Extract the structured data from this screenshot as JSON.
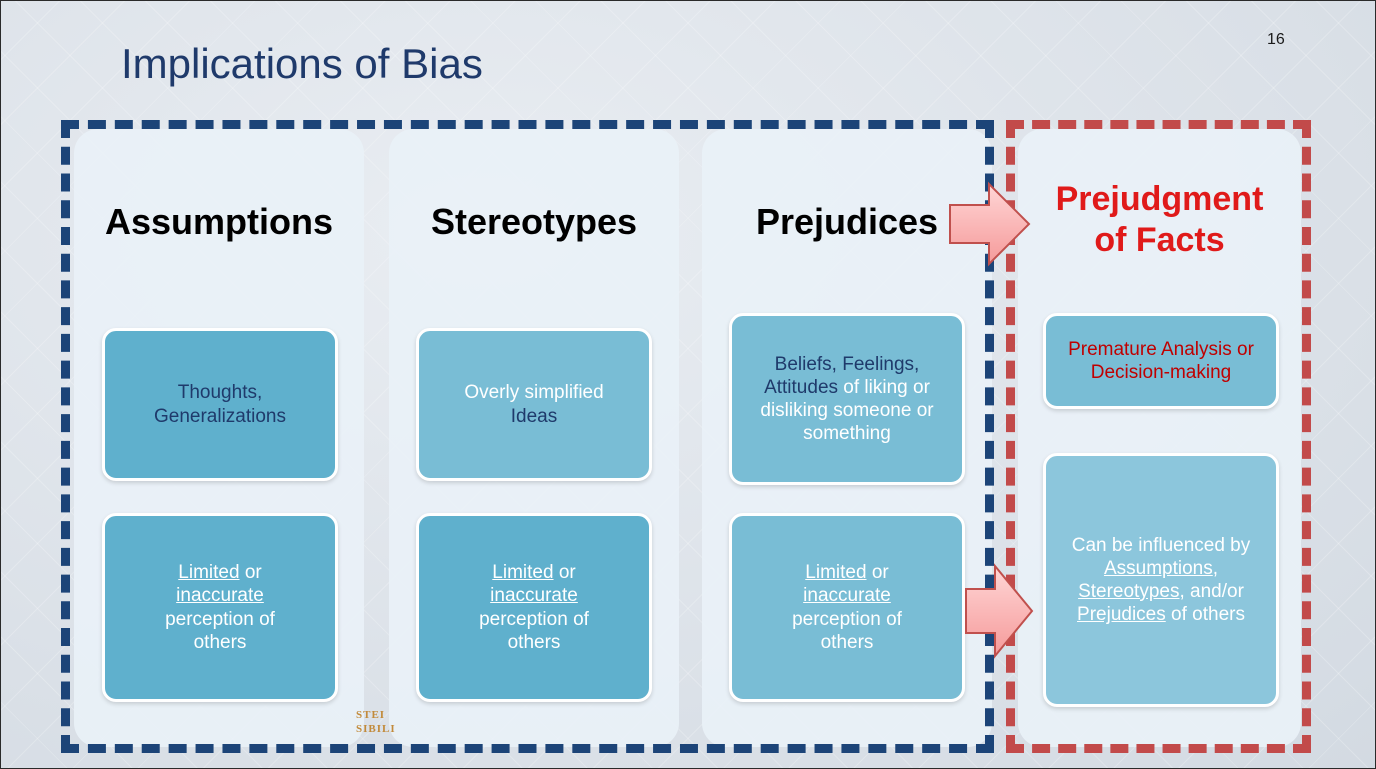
{
  "slide": {
    "title": "Implications of Bias",
    "number": "16",
    "colors": {
      "title": "#1f3a6b",
      "blue_frame": "#1c4478",
      "red_frame": "#c24a4a",
      "heading_red": "#e01a1a",
      "box_fill": "#5fb0cd"
    }
  },
  "columns": [
    {
      "heading": "Assumptions",
      "box1": {
        "parts": [
          "Thoughts,",
          "Generalizations"
        ]
      },
      "box2": {
        "parts": [
          "Limited",
          "or",
          "inaccurate",
          "perception of others"
        ]
      }
    },
    {
      "heading": "Stereotypes",
      "box1": {
        "parts": [
          "Overly simplified",
          "Ideas"
        ]
      },
      "box2": {
        "parts": [
          "Limited",
          "or",
          "inaccurate",
          "perception of others"
        ]
      }
    },
    {
      "heading": "Prejudices",
      "box1": {
        "parts": [
          "Beliefs, Feelings,",
          "Attitudes",
          "of liking or disliking someone or something"
        ]
      },
      "box2": {
        "parts": [
          "Limited",
          "or",
          "inaccurate",
          "perception of others"
        ]
      }
    },
    {
      "heading_line1": "Prejudgment",
      "heading_line2": "of Facts",
      "box1": {
        "text": "Premature Analysis or Decision-making"
      },
      "box2": {
        "parts": [
          "Can be influenced by",
          "Assumptions",
          ",",
          "Stereotypes",
          ", and/or",
          "Prejudices",
          "of others"
        ]
      }
    }
  ],
  "watermark": {
    "line1": "STEI",
    "line2": "SIBILI"
  },
  "icons": {
    "arrow": "right-arrow-icon"
  }
}
